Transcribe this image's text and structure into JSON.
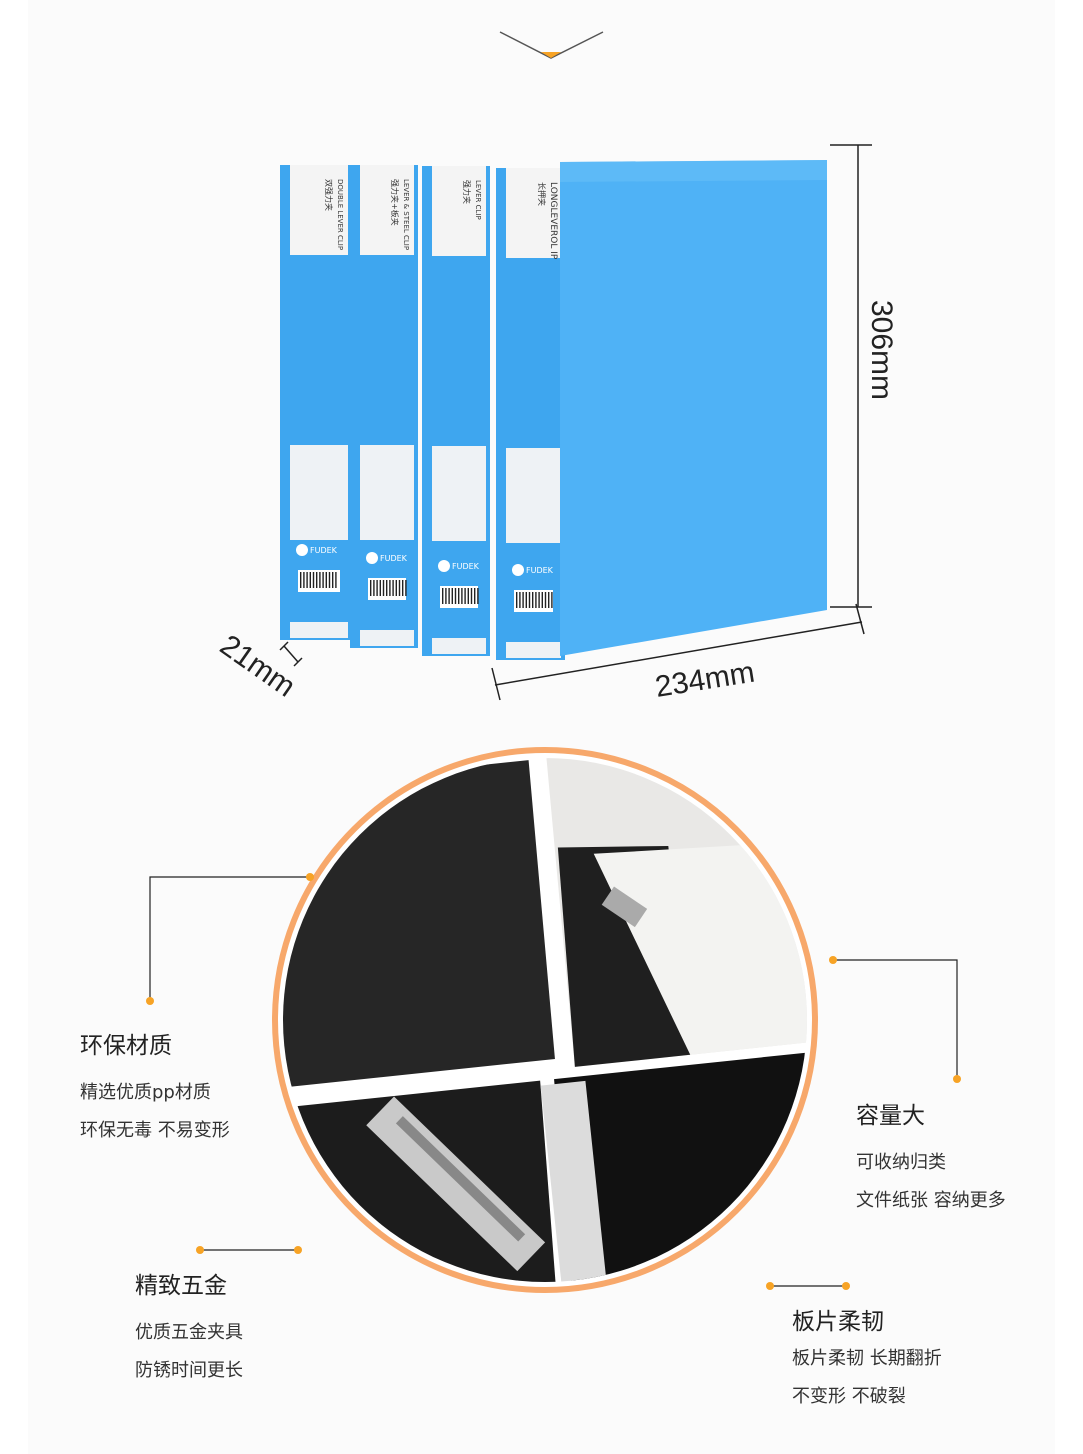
{
  "product": {
    "binders": [
      {
        "en": "DOUBLE LEVER CLIP",
        "zh": "双强力夹"
      },
      {
        "en": "LEVER & STEEL CLIP",
        "zh": "强力夹+板夹"
      },
      {
        "en": "LEVER CLIP",
        "zh": "强力夹"
      },
      {
        "en": "LONGLEVEROL IP",
        "zh": "长押夹"
      }
    ],
    "brand": "FUDEK",
    "dimensions": {
      "height": "306mm",
      "width": "234mm",
      "thickness": "21mm"
    }
  },
  "features": [
    {
      "title": "环保材质",
      "lines": [
        "精选优质pp材质",
        "环保无毒 不易变形"
      ]
    },
    {
      "title": "容量大",
      "lines": [
        "可收纳归类",
        "文件纸张 容纳更多"
      ]
    },
    {
      "title": "精致五金",
      "lines": [
        "优质五金夹具",
        "防锈时间更长"
      ]
    },
    {
      "title": "板片柔韧",
      "lines": [
        "板片柔韧 长期翻折",
        "不变形 不破裂"
      ]
    }
  ],
  "colors": {
    "binder_blue": "#4fb2f6",
    "accent_orange": "#f7a86b",
    "dot_orange": "#f7a325"
  }
}
